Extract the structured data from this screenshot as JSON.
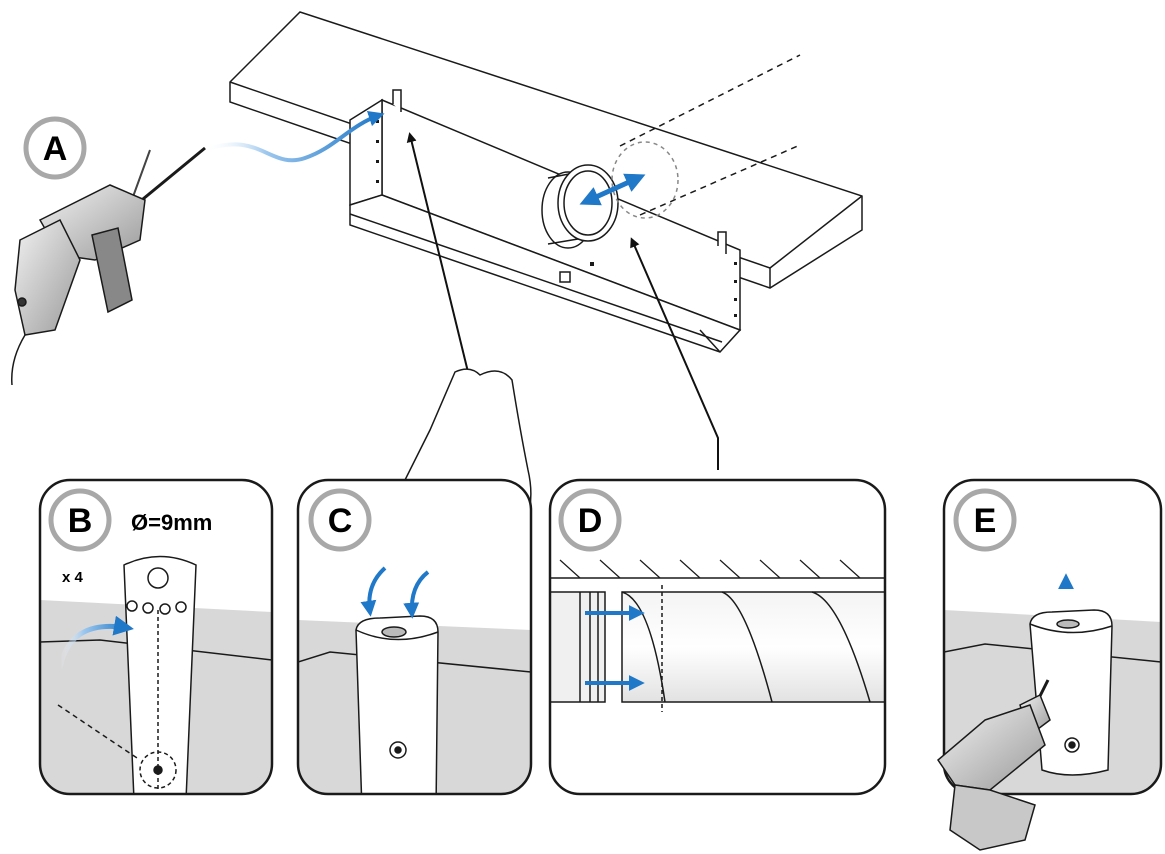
{
  "steps": {
    "a": {
      "label": "A"
    },
    "b": {
      "label": "B",
      "diameter": "Ø=9mm",
      "quantity": "x 4"
    },
    "c": {
      "label": "C"
    },
    "d": {
      "label": "D"
    },
    "e": {
      "label": "E"
    }
  },
  "colors": {
    "arrow_blue": "#1f78c8",
    "badge_ring": "#a8a8a8",
    "wall_gray": "#d8d8d8",
    "outline": "#1a1a1a"
  },
  "icons": [
    "hammer-drill-icon",
    "hand-icon",
    "screwdriver-drill-icon",
    "fan-box-icon",
    "duct-icon",
    "bracket-icon"
  ]
}
